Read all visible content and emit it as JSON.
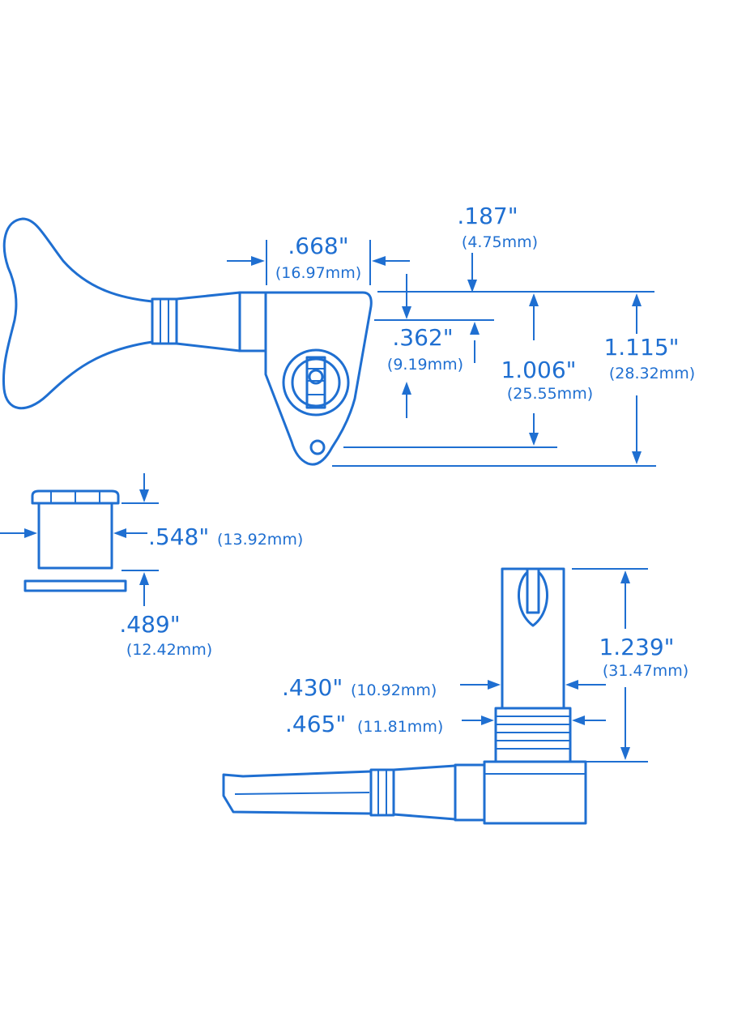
{
  "colors": {
    "line": "#1f6fd1",
    "background": "#ffffff"
  },
  "top_view": {
    "d_668": {
      "value": ".668\"",
      "metric": "(16.97mm)"
    },
    "d_187": {
      "value": ".187\"",
      "metric": "(4.75mm)"
    },
    "d_362": {
      "value": ".362\"",
      "metric": "(9.19mm)"
    },
    "d_1006": {
      "value": "1.006\"",
      "metric": "(25.55mm)"
    },
    "d_1115": {
      "value": "1.115\"",
      "metric": "(28.32mm)"
    }
  },
  "bushing": {
    "d_548": {
      "value": ".548\"",
      "metric": "(13.92mm)"
    },
    "d_489": {
      "value": ".489\"",
      "metric": "(12.42mm)"
    }
  },
  "side_view": {
    "d_1239": {
      "value": "1.239\"",
      "metric": "(31.47mm)"
    },
    "d_430": {
      "value": ".430\"",
      "metric": "(10.92mm)"
    },
    "d_465": {
      "value": ".465\"",
      "metric": "(11.81mm)"
    }
  }
}
